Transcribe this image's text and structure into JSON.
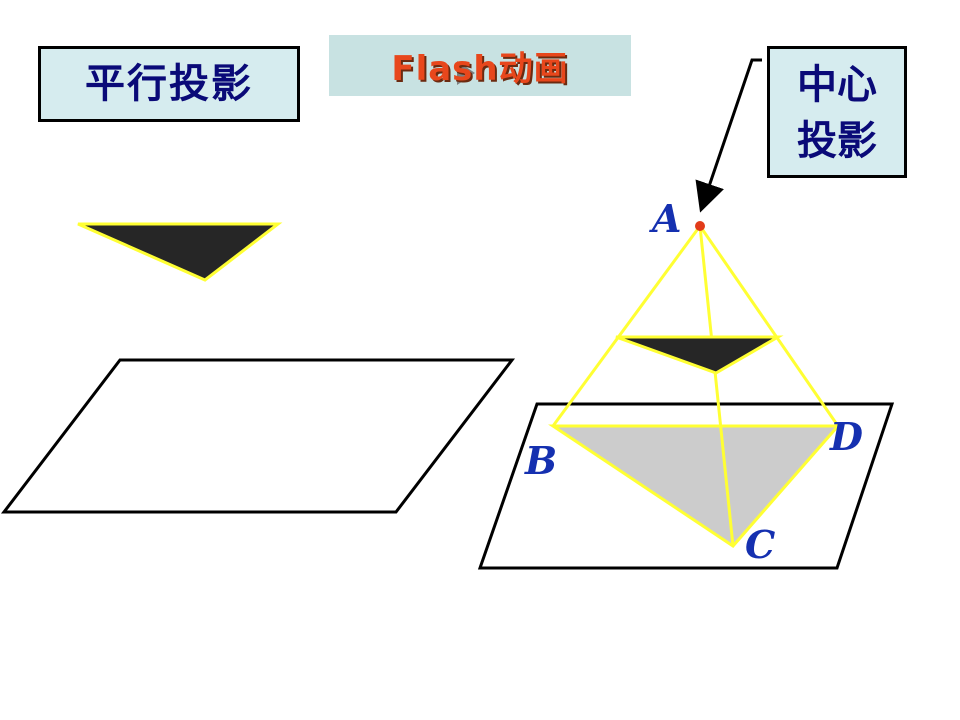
{
  "labels": {
    "parallel_projection": "平行投影",
    "central_projection_line1": "中心",
    "central_projection_line2": "投影",
    "flash_button": "Flash动画"
  },
  "points": {
    "a": "A",
    "b": "B",
    "c": "C",
    "d": "D"
  },
  "icons": {
    "play": "play-icon"
  },
  "colors": {
    "label_text": "#0a0a78",
    "label_bg": "#d6ecef",
    "flash_bg": "#c8e2e2",
    "flash_text": "#e8471c",
    "projection_lines": "#ffff33",
    "triangle_fill": "#262626",
    "shadow_fill": "#cccccc",
    "point_color": "#1530b0",
    "light_source": "#e23b1a"
  }
}
